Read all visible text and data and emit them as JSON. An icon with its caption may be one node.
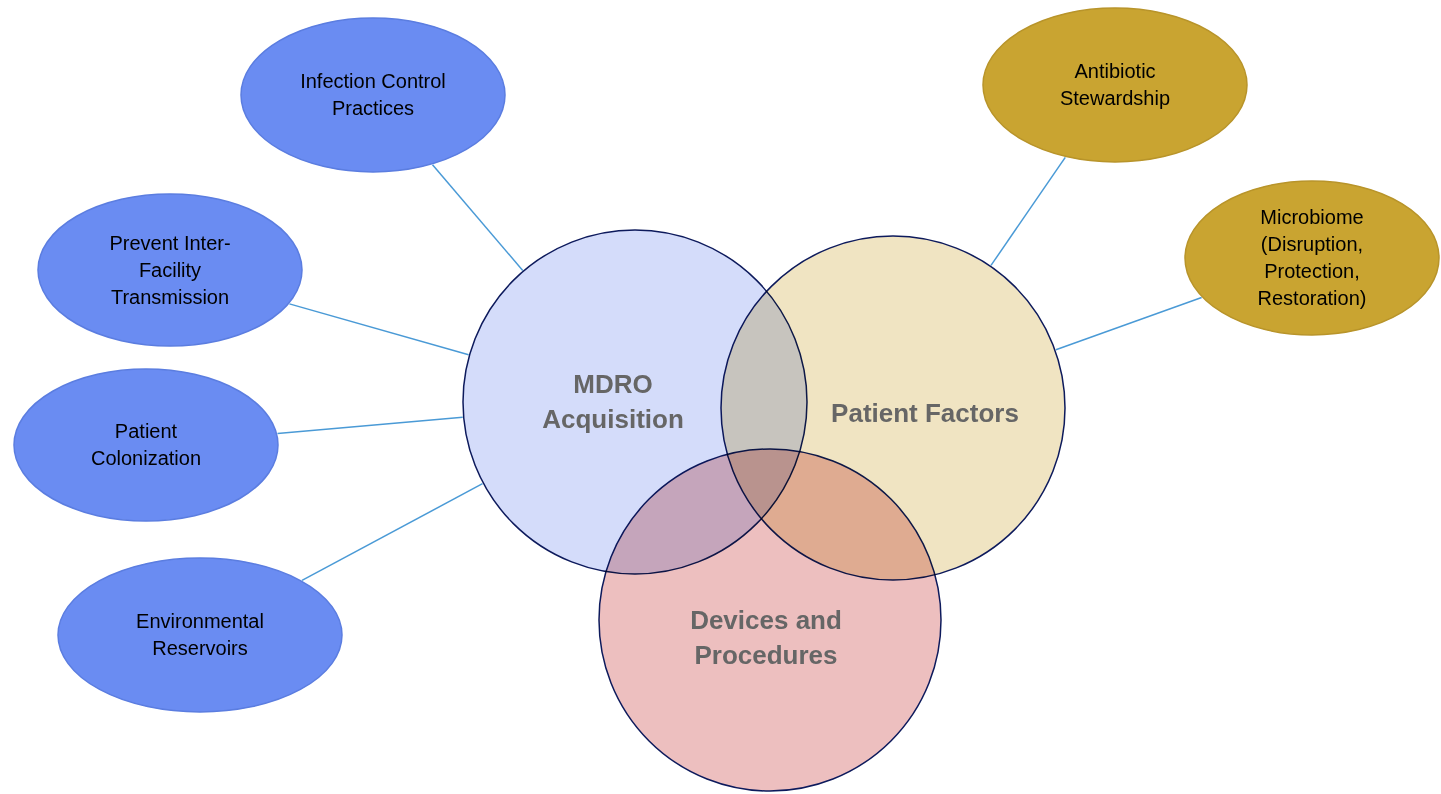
{
  "diagram": {
    "nodes": [
      {
        "text": [
          "Infection Control Practices"
        ]
      },
      {
        "text": [
          "Prevent Inter-Facility Transmission"
        ]
      },
      {
        "text": [
          "Patient Colonization"
        ]
      },
      {
        "text": [
          "Environmental Reservoirs"
        ]
      },
      {
        "text": [
          "MDRO Acquisition"
        ]
      },
      {
        "text": [
          "Antibiotic Stewardship"
        ]
      },
      {
        "text": [
          "Microbiome (Disruption, Protection, Restoration)"
        ]
      },
      {
        "text": [
          "Patient Factors"
        ]
      },
      {
        "text": [
          "Devices and Procedures"
        ]
      }
    ],
    "edges": [
      {
        "from": 0,
        "to": 4,
        "arrow": "none"
      },
      {
        "from": 1,
        "to": 4,
        "arrow": "none"
      },
      {
        "from": 2,
        "to": 4,
        "arrow": "none"
      },
      {
        "from": 3,
        "to": 4,
        "arrow": "none"
      },
      {
        "from": 5,
        "to": 7,
        "arrow": "none"
      },
      {
        "from": 6,
        "to": 7,
        "arrow": "none"
      }
    ]
  }
}
